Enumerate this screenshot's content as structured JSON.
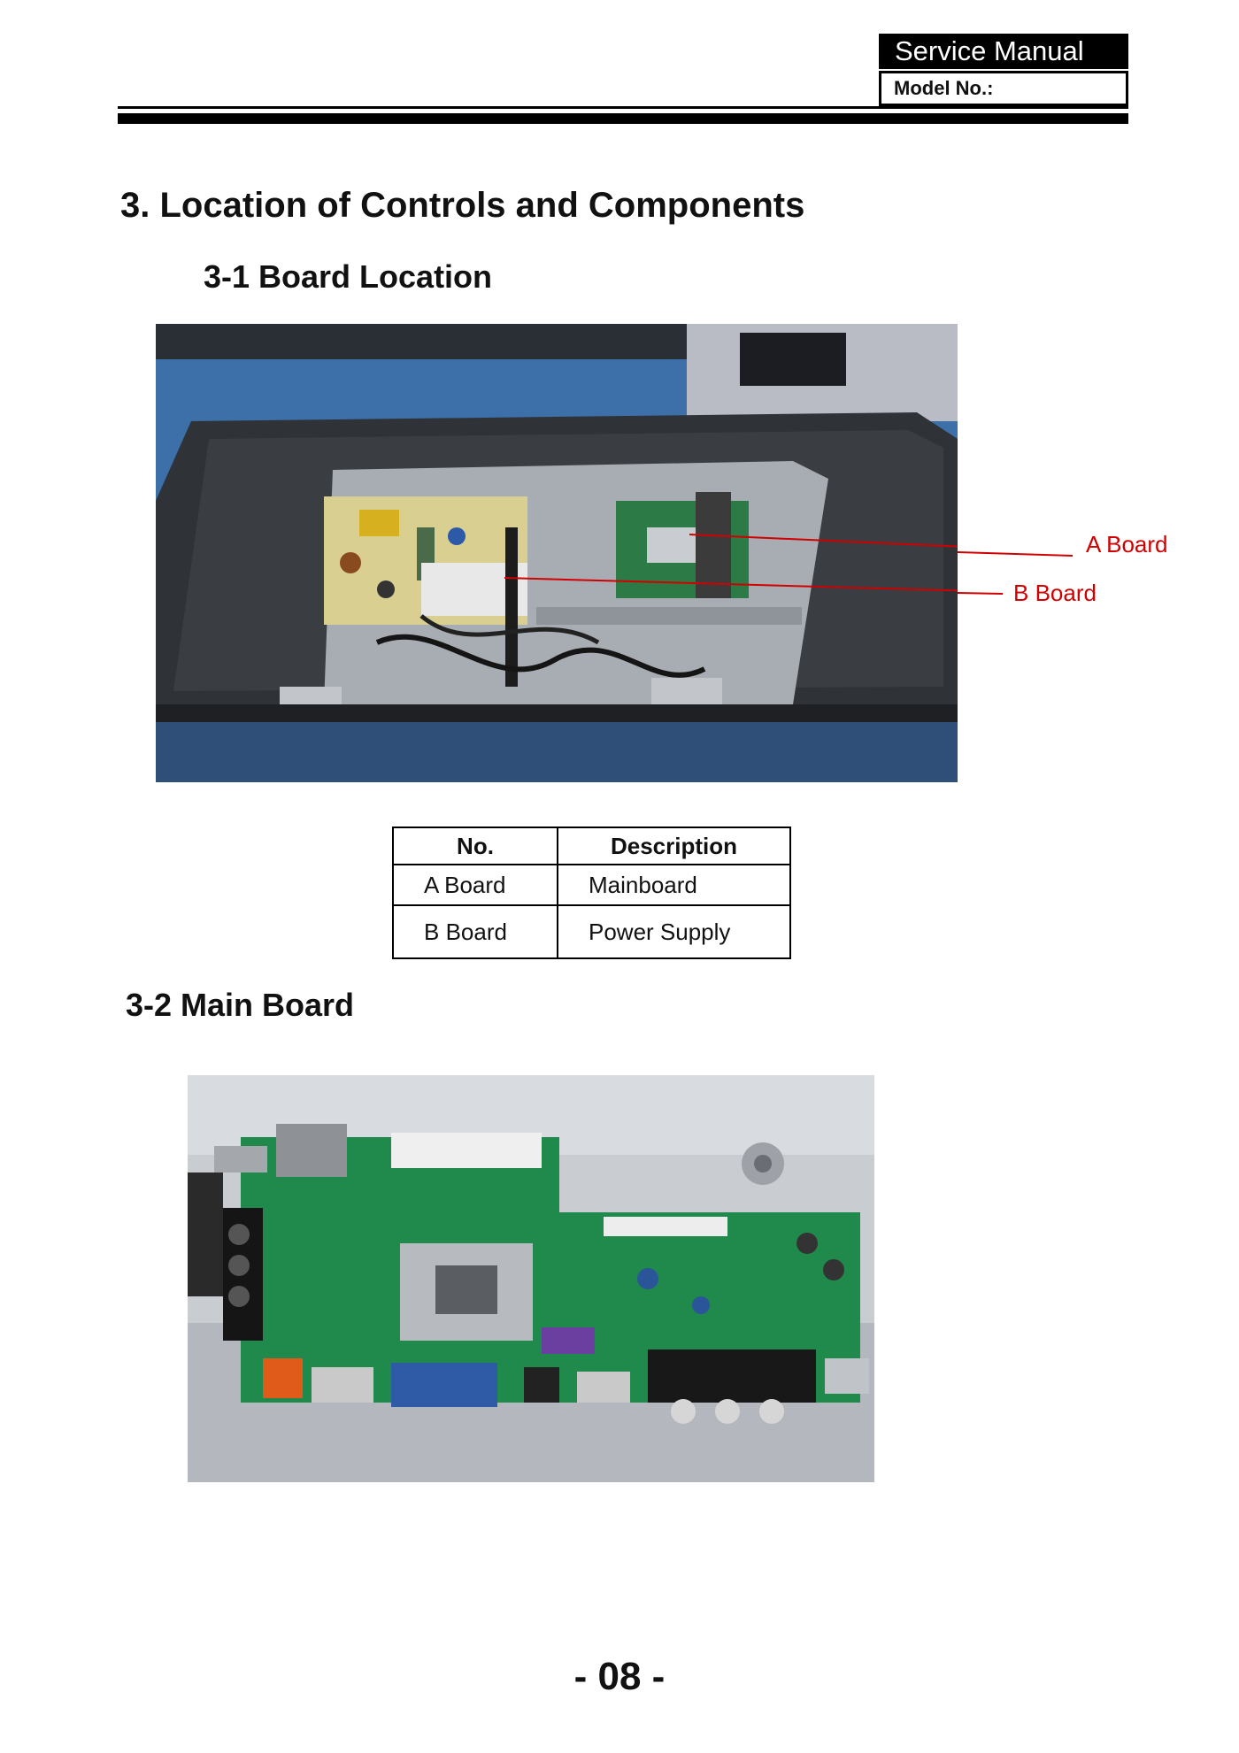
{
  "header": {
    "doc_type": "Service Manual",
    "model_label": "Model No.:"
  },
  "section_title": "3. Location of Controls and Components",
  "subsection_1": {
    "title": "3-1 Board Location",
    "callouts": [
      "A  Board",
      "B  Board"
    ],
    "callout_color": "#d10000"
  },
  "table": {
    "headers": [
      "No.",
      "Description"
    ],
    "rows": [
      [
        "A  Board",
        "Mainboard"
      ],
      [
        "B  Board",
        "Power Supply"
      ]
    ]
  },
  "subsection_2": {
    "title": "3-2 Main  Board"
  },
  "page_number": "- 08 -"
}
